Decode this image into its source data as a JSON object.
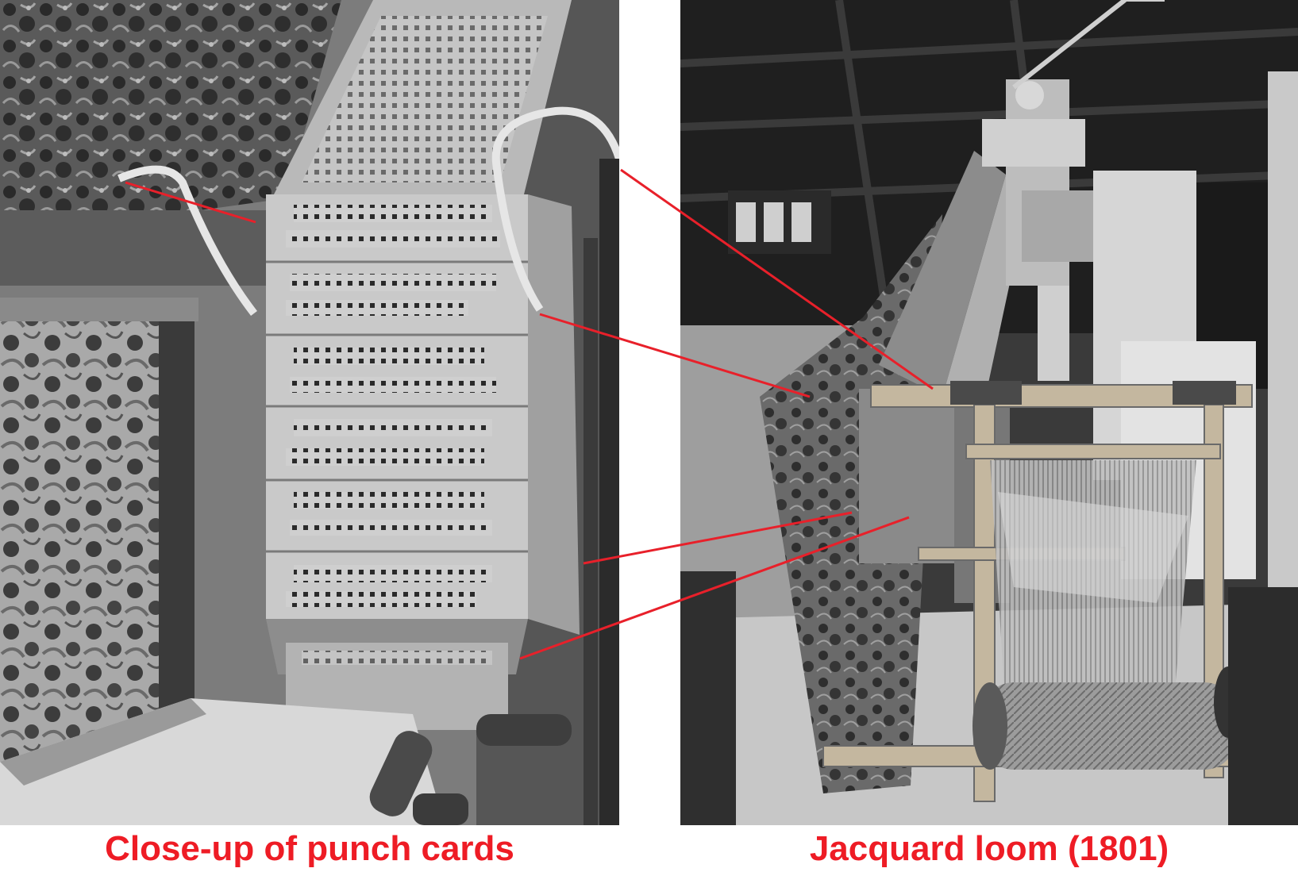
{
  "captions": {
    "left": "Close-up of punch cards",
    "right": "Jacquard loom (1801)"
  },
  "photos": {
    "left_subject": "punch-card-chain",
    "right_subject": "jacquard-loom"
  },
  "colors": {
    "caption": "#ee1c25",
    "connector": "#e8202a",
    "background": "#ffffff"
  }
}
